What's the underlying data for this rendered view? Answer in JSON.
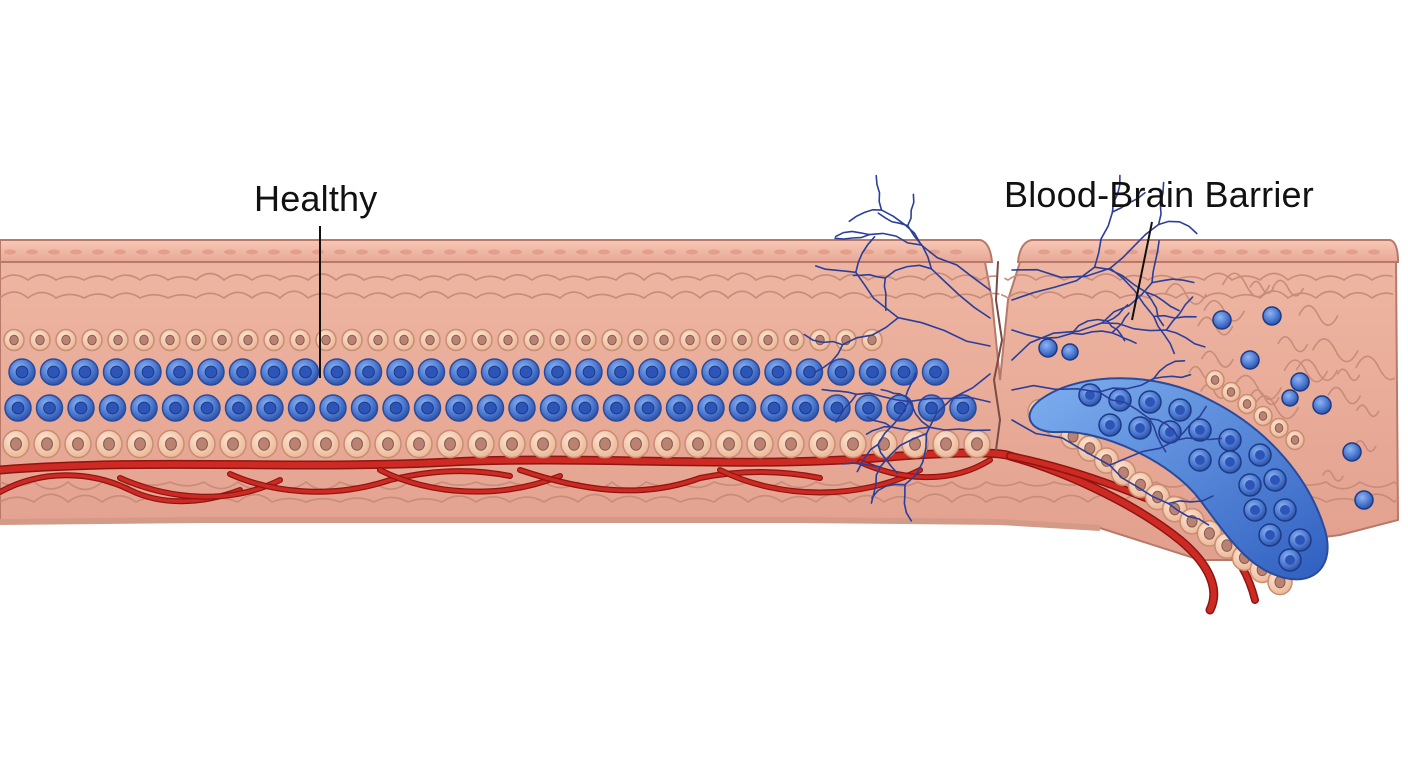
{
  "labels": {
    "healthy": "Healthy",
    "barrier": "Blood-Brain Barrier"
  },
  "colors": {
    "background": "#ffffff",
    "tissue_top": "#f0b8a4",
    "tissue_body": "#eab09c",
    "tissue_edge": "#b8786a",
    "gyri_line": "#c98b7a",
    "blue_cell": "#4a78d0",
    "blue_cell_dark": "#2a4a9c",
    "blue_nucleus": "#2d55b8",
    "peach_cell": "#f6cdb0",
    "peach_nucleus": "#8a5a50",
    "vessel": "#cc2a22",
    "vessel_dark": "#8e1512",
    "crack_veins": "#2b3f9a",
    "blob": "#4c86dc",
    "text": "#111111"
  },
  "icons": [
    "tissue-slab",
    "blue-cell",
    "peach-cell",
    "blood-vessel",
    "crack-veins",
    "blue-swelling"
  ]
}
